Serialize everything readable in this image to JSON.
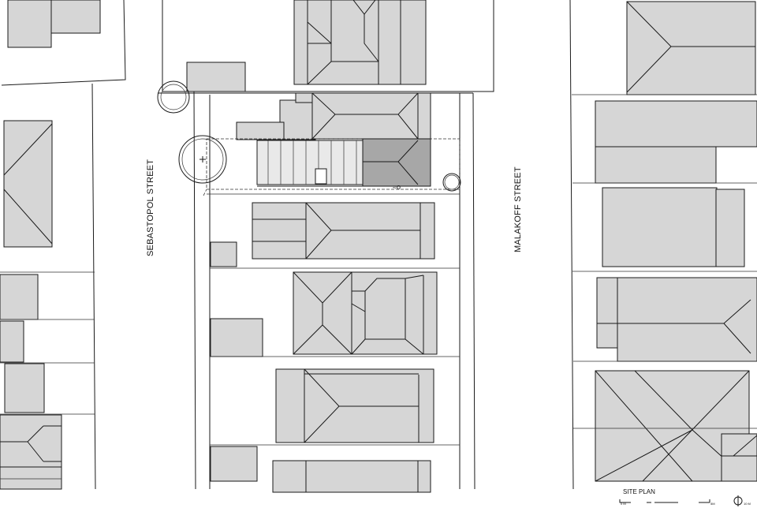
{
  "streets": {
    "left": "SEBASTOPOL STREET",
    "right": "MALAKOFF STREET"
  },
  "title": "SITE PLAN",
  "scale_bar": {
    "start": "0 M",
    "mid": "5M",
    "end": "10 M"
  },
  "colors": {
    "building_fill": "#d6d6d6",
    "project_roof_dark": "#a7a7a7",
    "lines": "#1a1a1a"
  }
}
